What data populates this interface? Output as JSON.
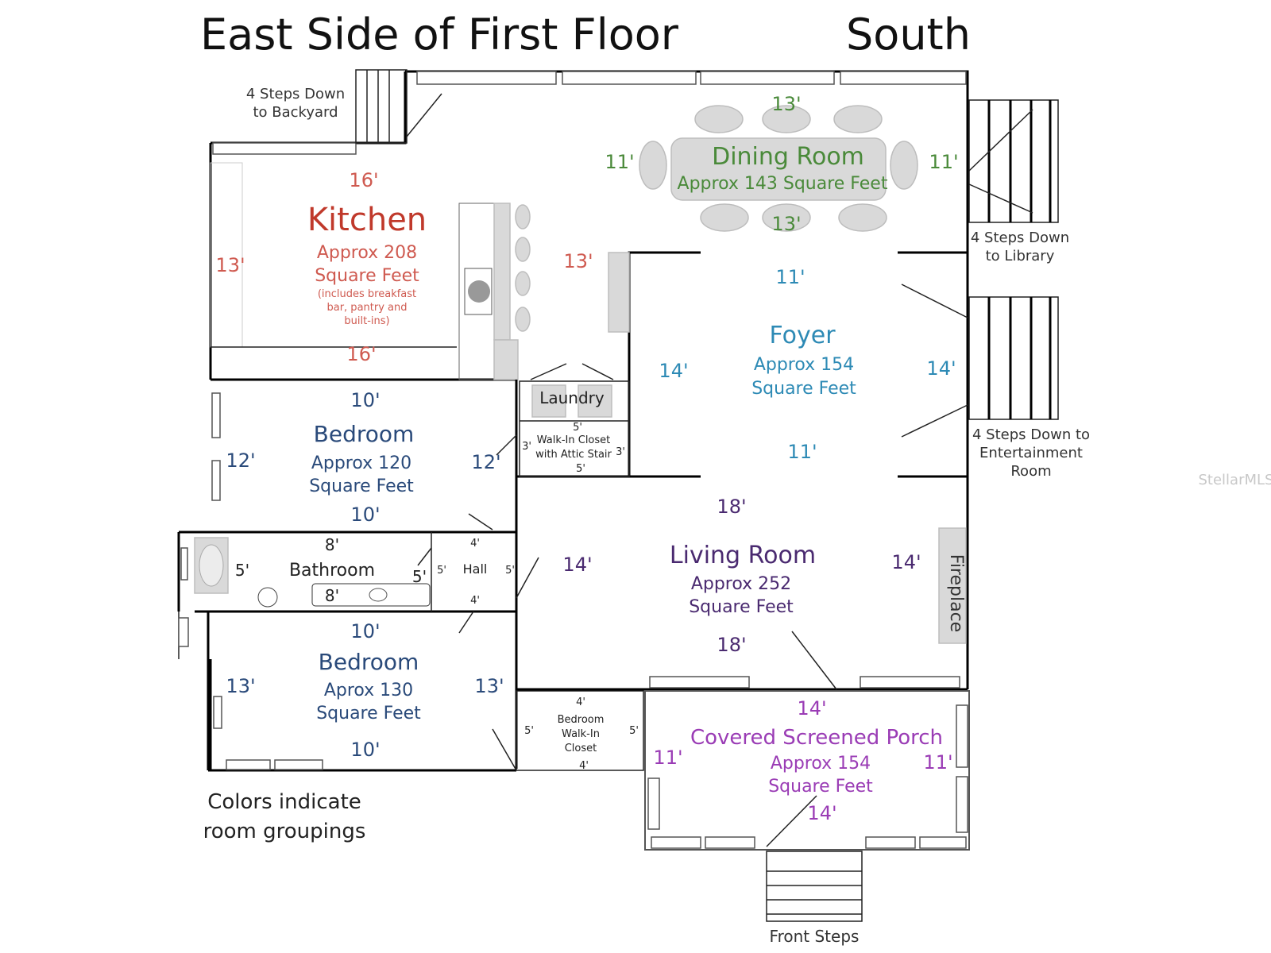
{
  "title": "East Side of First Floor",
  "orientation": "South",
  "watermark": "StellarMLS",
  "legend_note": [
    "Colors indicate",
    "room groupings"
  ],
  "steps": {
    "backyard": [
      "4 Steps Down",
      "to Backyard"
    ],
    "library": [
      "4 Steps Down",
      "to Library"
    ],
    "entertainment": [
      "4 Steps Down to",
      "Entertainment",
      "Room"
    ],
    "front": "Front Steps"
  },
  "colors": {
    "kitchen": "#c0392b",
    "dining": "#4a8a3a",
    "foyer": "#2d8ab5",
    "bedrooms": "#2a4a7a",
    "living": "#4a2a70",
    "porch": "#9a3cb5"
  },
  "rooms": {
    "kitchen": {
      "name": "Kitchen",
      "area": [
        "Approx 208",
        "Square Feet"
      ],
      "note": [
        "(includes breakfast",
        "bar, pantry and",
        "built-ins)"
      ],
      "dim_top": "16'",
      "dim_bottom": "16'",
      "dim_left": "13'",
      "dim_right": "13'"
    },
    "dining": {
      "name": "Dining Room",
      "area": "Approx 143 Square Feet",
      "dim_top": "13'",
      "dim_bottom": "13'",
      "dim_left": "11'",
      "dim_right": "11'"
    },
    "foyer": {
      "name": "Foyer",
      "area": [
        "Approx 154",
        "Square Feet"
      ],
      "dim_top": "11'",
      "dim_bottom": "11'",
      "dim_left": "14'",
      "dim_right": "14'"
    },
    "laundry": {
      "name": "Laundry"
    },
    "closet": {
      "name": [
        "Walk-In Closet",
        "with Attic Stair"
      ],
      "dim_top": "5'",
      "dim_bottom": "5'",
      "dim_left": "3'",
      "dim_right": "3'"
    },
    "bedroom1": {
      "name": "Bedroom",
      "area": [
        "Approx 120",
        "Square Feet"
      ],
      "dim_top": "10'",
      "dim_bottom": "10'",
      "dim_left": "12'",
      "dim_right": "12'"
    },
    "bathroom": {
      "name": "Bathroom",
      "dim_top": "8'",
      "dim_bottom": "8'",
      "dim_left": "5'",
      "dim_right": "5'"
    },
    "hall": {
      "name": "Hall",
      "dim_top": "4'",
      "dim_bottom": "4'",
      "dim_left": "5'",
      "dim_right": "5'"
    },
    "bedroom2": {
      "name": "Bedroom",
      "area": [
        "Aprox 130",
        "Square Feet"
      ],
      "dim_top": "10'",
      "dim_bottom": "10'",
      "dim_left": "13'",
      "dim_right": "13'"
    },
    "bed_closet": {
      "name": [
        "Bedroom",
        "Walk-In",
        "Closet"
      ],
      "dim_top": "4'",
      "dim_bottom": "4'",
      "dim_left": "5'",
      "dim_right": "5'"
    },
    "living": {
      "name": "Living Room",
      "area": [
        "Approx 252",
        "Square Feet"
      ],
      "dim_top": "18'",
      "dim_bottom": "18'",
      "dim_left": "14'",
      "dim_right": "14'"
    },
    "fireplace": {
      "name": "Fireplace"
    },
    "porch": {
      "name": "Covered Screened Porch",
      "area": [
        "Approx 154",
        "Square Feet"
      ],
      "dim_top": "14'",
      "dim_bottom": "14'",
      "dim_left": "11'",
      "dim_right": "11'"
    }
  }
}
